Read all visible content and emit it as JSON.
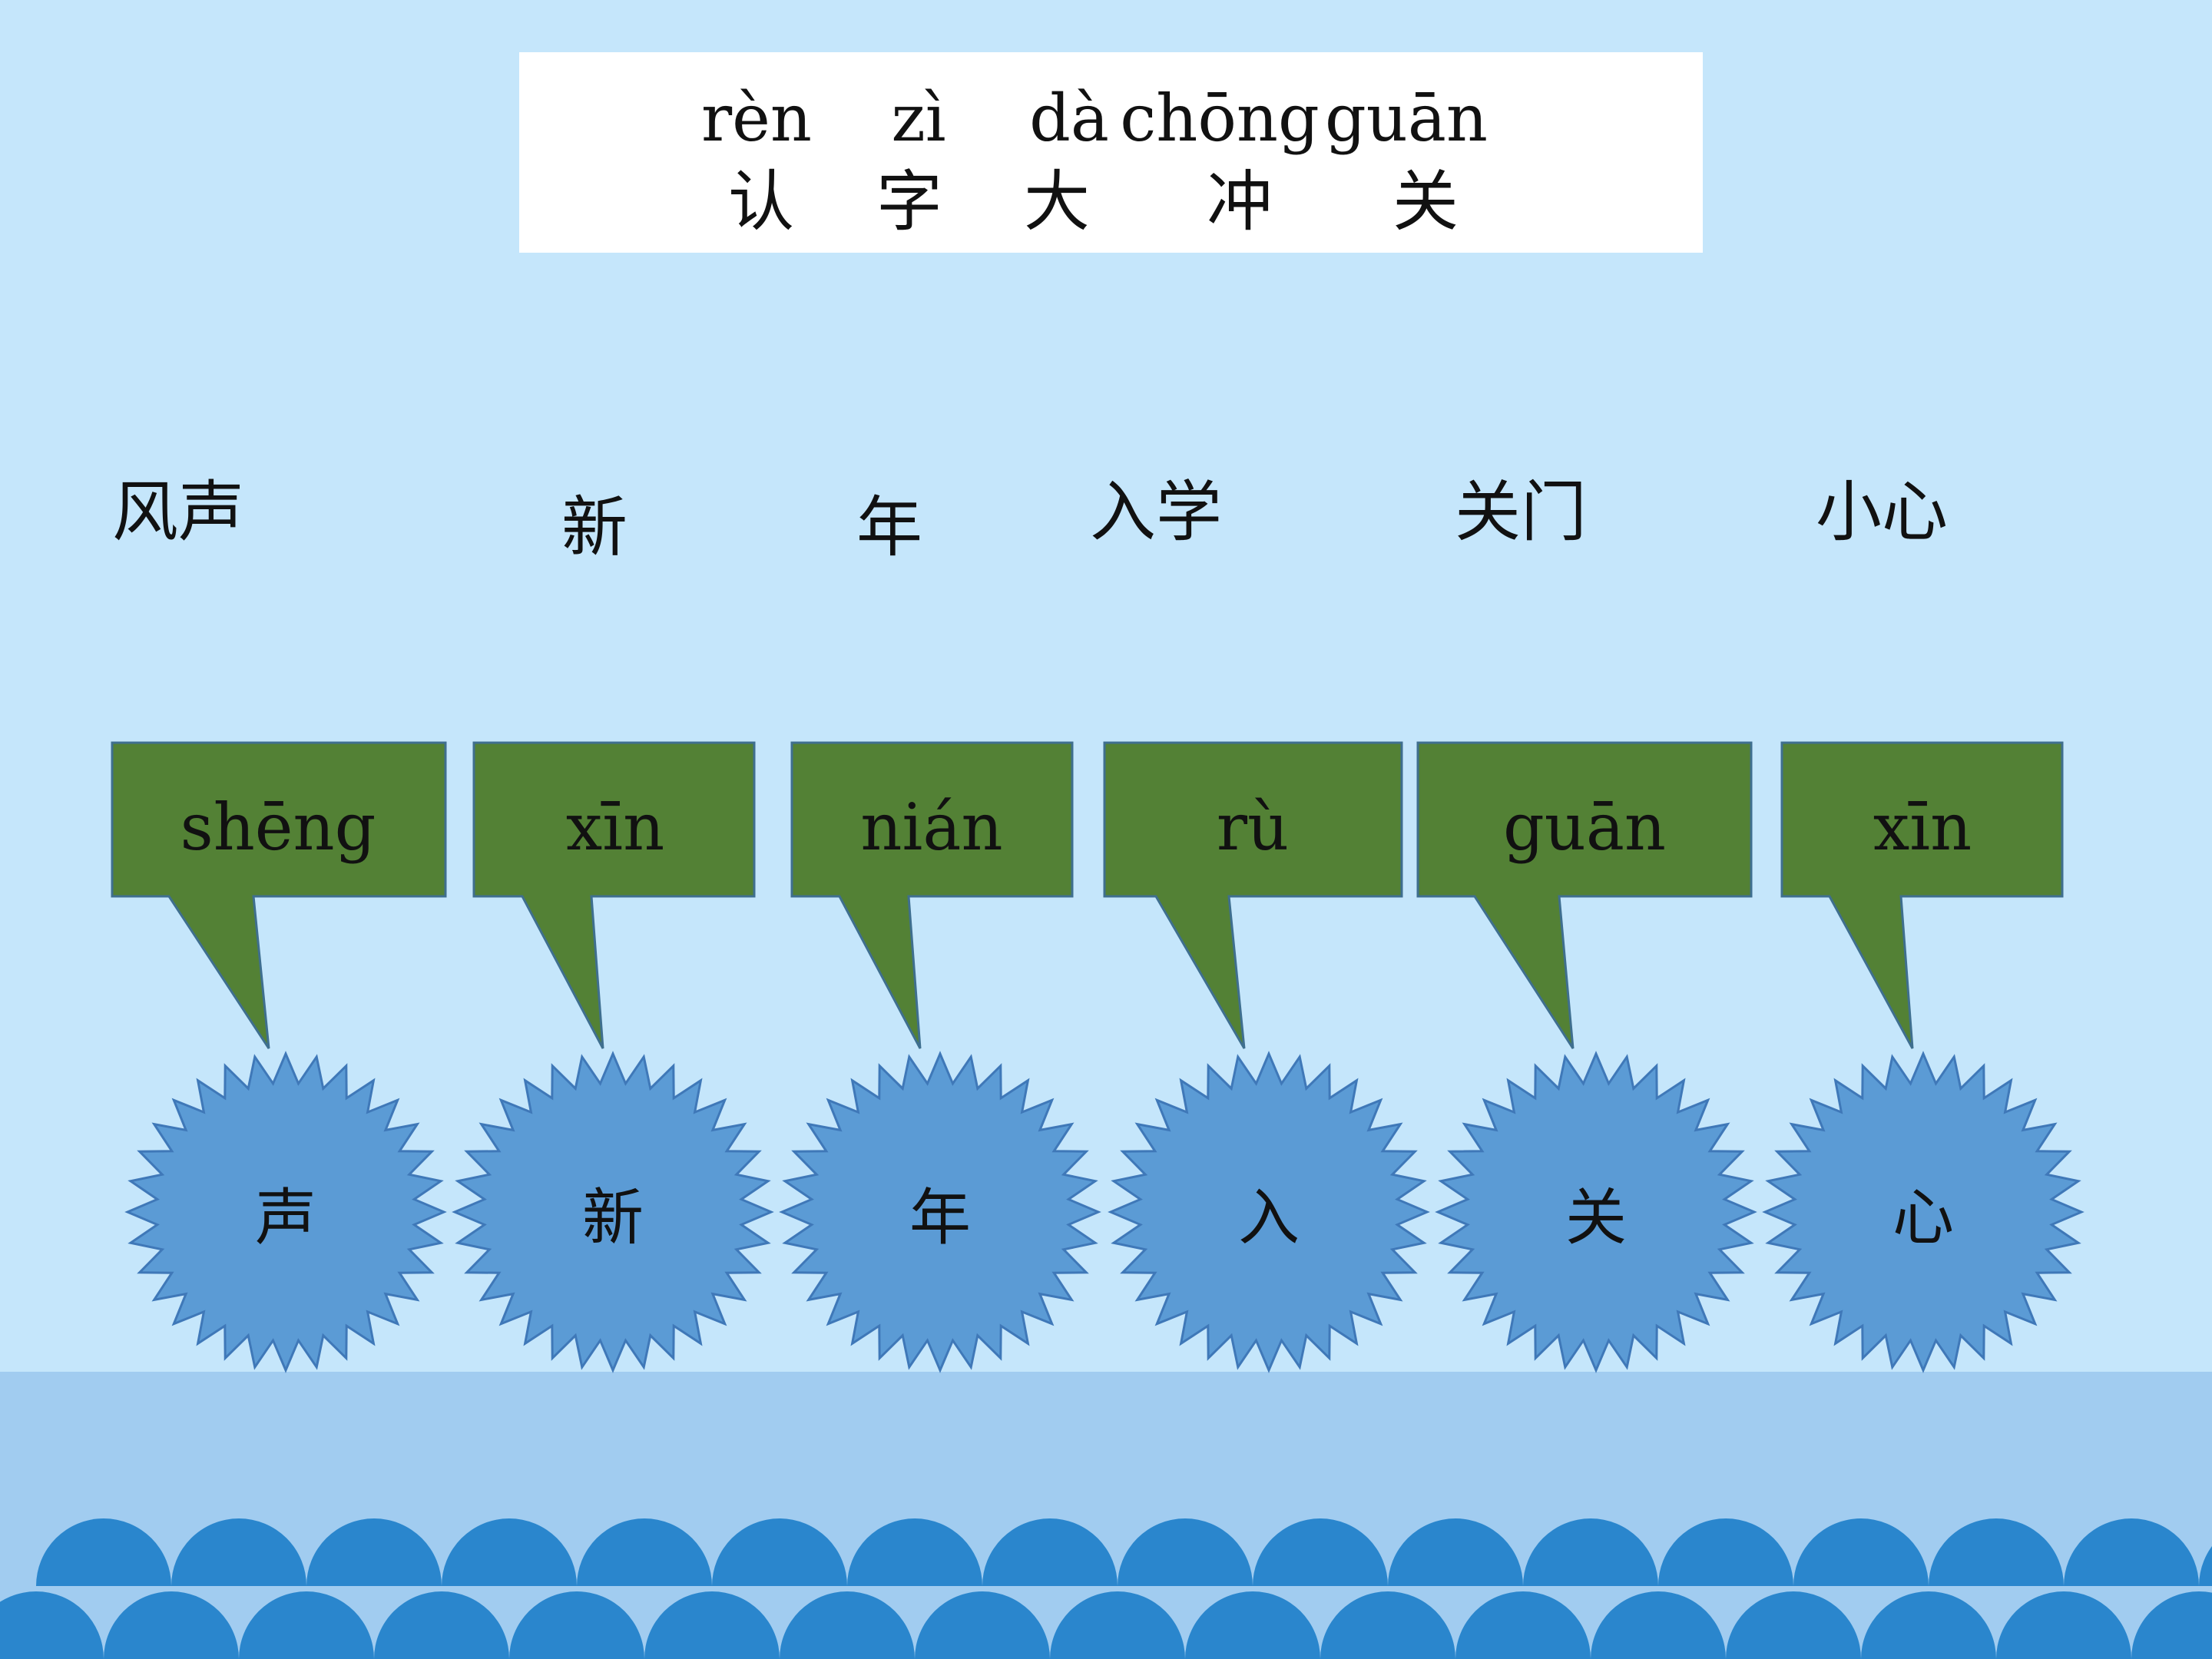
{
  "title": {
    "pinyin": [
      "rèn",
      "zì",
      "dà",
      "chōng",
      "guān"
    ],
    "hanzi": [
      "认",
      "字",
      "大",
      "冲",
      "关"
    ]
  },
  "words": [
    "风声",
    "新",
    "年",
    "入学",
    "关门",
    "小心"
  ],
  "cards": [
    {
      "pinyin": "shēng",
      "character": "声"
    },
    {
      "pinyin": "xīn",
      "character": "新"
    },
    {
      "pinyin": "nián",
      "character": "年"
    },
    {
      "pinyin": "rù",
      "character": "入"
    },
    {
      "pinyin": "guān",
      "character": "关"
    },
    {
      "pinyin": "xīn",
      "character": "心"
    }
  ],
  "colors": {
    "background": "#c5e6fb",
    "bubble": "#538135",
    "burst": "#5b9bd5",
    "burst_edge": "#3f78b8",
    "wave": "#2a86cd",
    "sea": "#a1ccf0"
  }
}
